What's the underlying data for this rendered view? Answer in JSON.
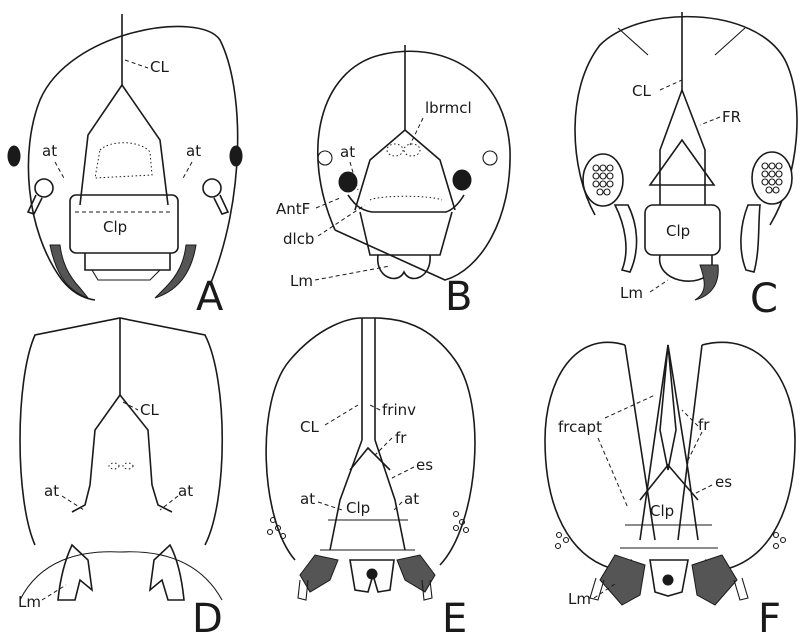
{
  "panels": [
    {
      "id": "A",
      "letter": "A",
      "labels": {
        "cl": "CL",
        "at_left": "at",
        "at_right": "at",
        "clp": "Clp"
      }
    },
    {
      "id": "B",
      "letter": "B",
      "labels": {
        "lbrmcl": "lbrmcl",
        "at": "at",
        "antf": "AntF",
        "dlcb": "dlcb",
        "lm": "Lm"
      }
    },
    {
      "id": "C",
      "letter": "C",
      "labels": {
        "cl": "CL",
        "fr": "FR",
        "clp": "Clp",
        "lm": "Lm"
      }
    },
    {
      "id": "D",
      "letter": "D",
      "labels": {
        "cl": "CL",
        "at_left": "at",
        "at_right": "at",
        "lm": "Lm"
      }
    },
    {
      "id": "E",
      "letter": "E",
      "labels": {
        "cl": "CL",
        "frinv": "frinv",
        "fr": "fr",
        "es": "es",
        "at_left": "at",
        "at_right": "at",
        "clp": "Clp"
      }
    },
    {
      "id": "F",
      "letter": "F",
      "labels": {
        "frcapt": "frcapt",
        "fr": "fr",
        "es": "es",
        "clp": "Clp",
        "lm": "Lm"
      }
    }
  ]
}
